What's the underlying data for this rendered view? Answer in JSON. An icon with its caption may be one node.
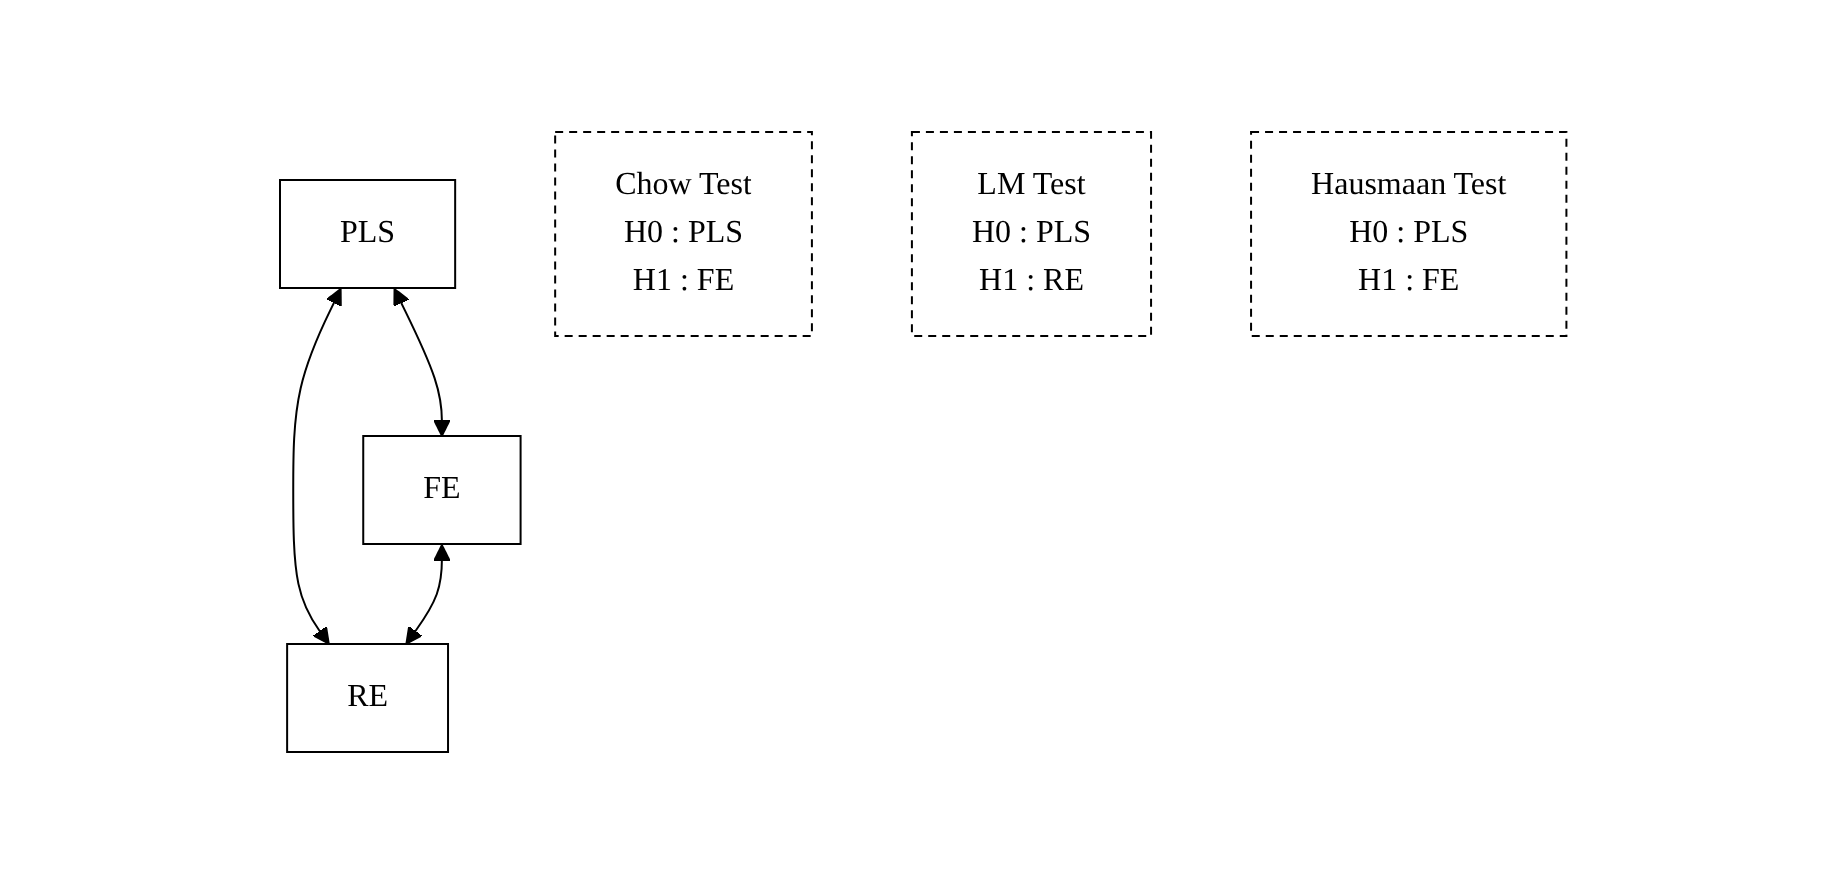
{
  "diagram": {
    "nodes": [
      {
        "text": [
          "PLS"
        ]
      },
      {
        "text": [
          "Chow Test",
          "H0 : PLS",
          "H1 : FE"
        ]
      },
      {
        "text": [
          "LM Test",
          "H0 : PLS",
          "H1 : RE"
        ]
      },
      {
        "text": [
          "FE"
        ]
      },
      {
        "text": [
          "RE"
        ]
      },
      {
        "text": [
          "Hausmaan Test",
          "H0 : PLS",
          "H1 : FE"
        ]
      }
    ],
    "edges": [
      {
        "from": 0,
        "to": 3,
        "arrow": "both"
      },
      {
        "from": 0,
        "to": 4,
        "arrow": "both"
      },
      {
        "from": 3,
        "to": 4,
        "arrow": "both"
      }
    ]
  }
}
